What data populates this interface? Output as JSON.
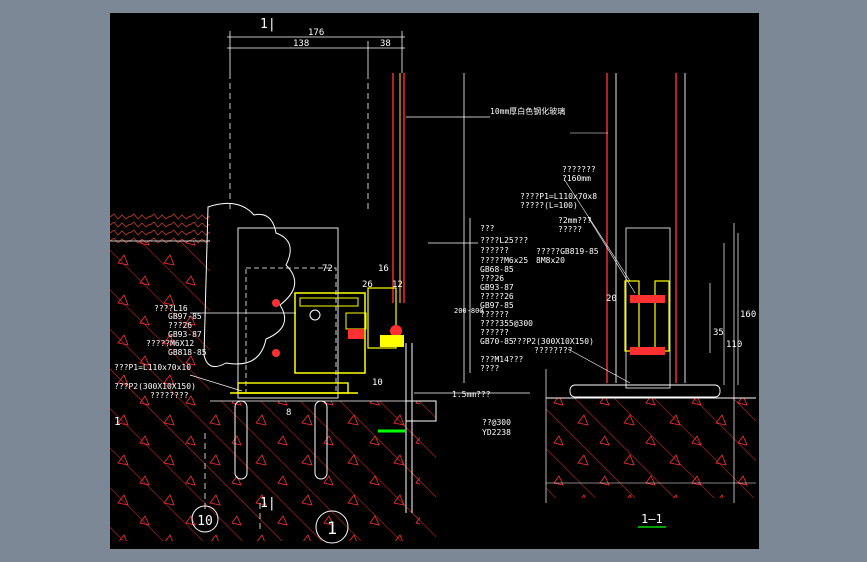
{
  "colors": {
    "window_bg": "#7d8896",
    "canvas_bg": "#000000",
    "label": "#ffff00",
    "line": "#ffffff",
    "hatch": "#ff3030",
    "ground": "#c04020",
    "accent_green": "#00ff00"
  },
  "section_mark_top": "1|",
  "section_mark_bottom": "1|",
  "dims": {
    "total": "176",
    "left": "138",
    "right": "38",
    "d72": "72",
    "d16": "16",
    "d26": "26",
    "d12": "12",
    "d8": "8",
    "d10": "10",
    "d20": "20",
    "d35": "35",
    "d110": "110",
    "d160": "160",
    "vert_left": "200-800"
  },
  "left_labels": {
    "l1": "????L16",
    "l2": "GB97-85",
    "l3": "???26",
    "l4": "GB93-87",
    "l5": "?????M6X12",
    "l6": "GB818-85",
    "l7": "???P1=L110x70x10",
    "l8": "???P2(300X10X150)",
    "l9": "????????"
  },
  "center_labels": {
    "top": "10mm厚白色钢化玻璃",
    "c1": "???",
    "c2": "????L25???",
    "c3": "??????",
    "c4": "?????M6x25",
    "c5": "GB68-85",
    "c6": "???26",
    "c7": "GB93-87",
    "c8": "?????26",
    "c9": "GB97-85",
    "c10": "??????",
    "c11": "????355@300",
    "c12": "??????",
    "c13": "GB70-85",
    "c14": "???M14???",
    "c15": "????",
    "c16": "1.5mm???",
    "c17": "??@300",
    "c18": "YD2238"
  },
  "right_labels": {
    "r1": "???????",
    "r2": "?160mm",
    "r3": "????P1=L110x70x8",
    "r4": "?????(L=100)",
    "r5": "?2mm???",
    "r6": "?????",
    "r7": "?????GB819-85",
    "r8": "8M8x20",
    "r9": "???P2(300X10X150)",
    "r10": "????????"
  },
  "axis_label": "10",
  "detail_label": "1",
  "section_title": "1—1",
  "side_number": "1"
}
